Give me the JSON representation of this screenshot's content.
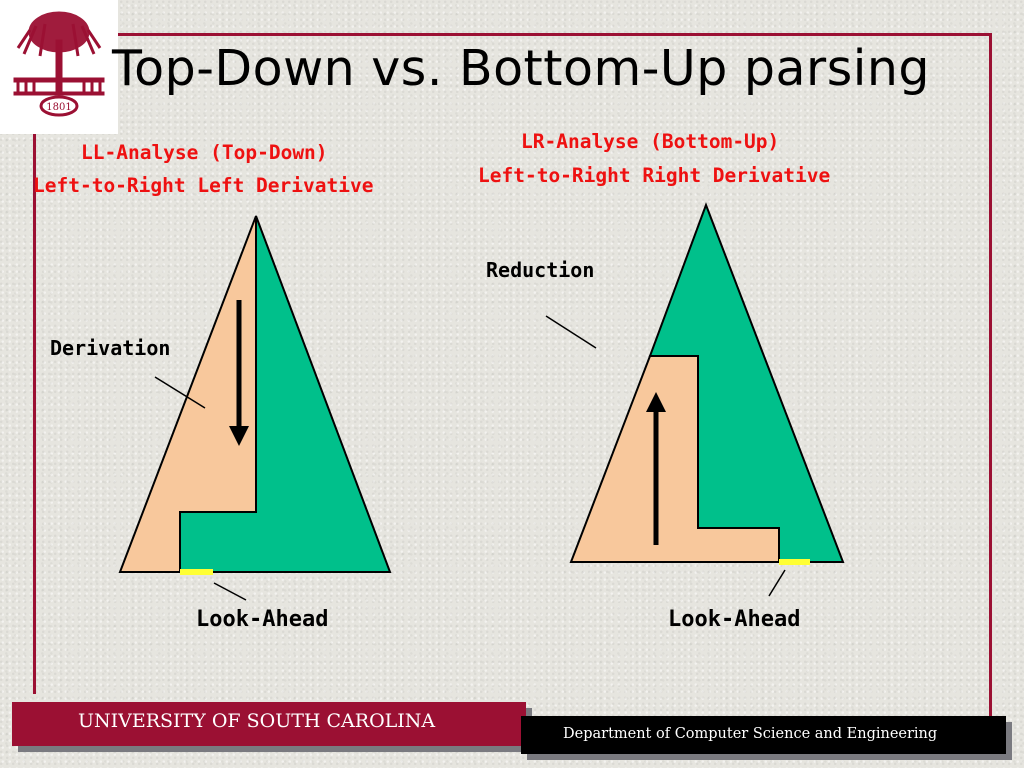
{
  "slide": {
    "title": "Top-Down vs. Bottom-Up parsing",
    "logo_year": "1801"
  },
  "left_panel": {
    "heading_line1": "LL-Analyse (Top-Down)",
    "heading_line2": "Left-to-Right Left Derivative",
    "annotation": "Derivation",
    "lookahead": "Look-Ahead"
  },
  "right_panel": {
    "heading_line1": "LR-Analyse (Bottom-Up)",
    "heading_line2": "Left-to-Right Right Derivative",
    "annotation": "Reduction",
    "lookahead": "Look-Ahead"
  },
  "footer": {
    "university": "UNIVERSITY OF SOUTH CAROLINA",
    "department": "Department of Computer Science and Engineering"
  },
  "colors": {
    "accent": "#9b1033",
    "heading_red": "#ee1111",
    "parsed_region": "#f8c89c",
    "unparsed_region": "#00c08b",
    "lookahead_marker": "#ffff33"
  }
}
